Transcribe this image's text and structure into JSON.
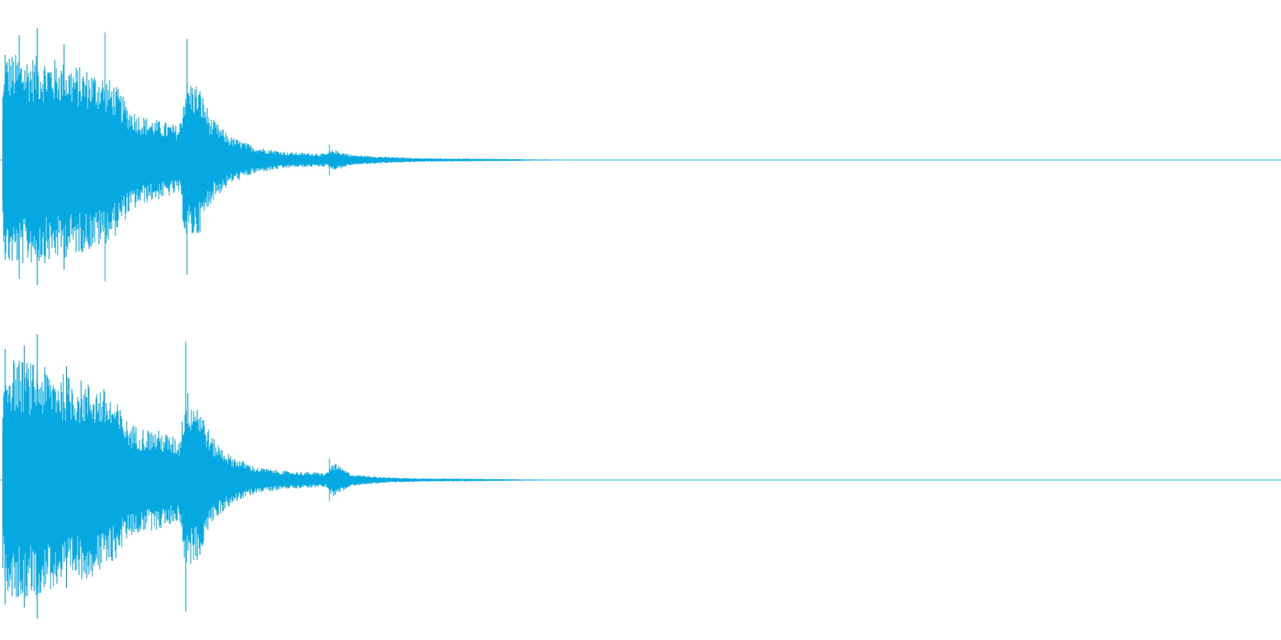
{
  "waveform": {
    "color": "#05a8e0",
    "background": "#ffffff",
    "channels": [
      {
        "name": "channel-1",
        "envelope": [
          {
            "t": 0.0,
            "a": 0.0
          },
          {
            "t": 0.002,
            "a": 0.55
          },
          {
            "t": 0.005,
            "a": 0.82
          },
          {
            "t": 0.02,
            "a": 0.8
          },
          {
            "t": 0.04,
            "a": 0.78
          },
          {
            "t": 0.06,
            "a": 0.72
          },
          {
            "t": 0.08,
            "a": 0.66
          },
          {
            "t": 0.09,
            "a": 0.58
          },
          {
            "t": 0.1,
            "a": 0.42
          },
          {
            "t": 0.11,
            "a": 0.34
          },
          {
            "t": 0.125,
            "a": 0.3
          },
          {
            "t": 0.14,
            "a": 0.26
          },
          {
            "t": 0.145,
            "a": 0.62
          },
          {
            "t": 0.155,
            "a": 0.58
          },
          {
            "t": 0.165,
            "a": 0.32
          },
          {
            "t": 0.18,
            "a": 0.18
          },
          {
            "t": 0.2,
            "a": 0.1
          },
          {
            "t": 0.225,
            "a": 0.06
          },
          {
            "t": 0.255,
            "a": 0.05
          },
          {
            "t": 0.26,
            "a": 0.08
          },
          {
            "t": 0.275,
            "a": 0.04
          },
          {
            "t": 0.3,
            "a": 0.025
          },
          {
            "t": 0.33,
            "a": 0.015
          },
          {
            "t": 0.37,
            "a": 0.01
          },
          {
            "t": 0.42,
            "a": 0.004
          },
          {
            "t": 0.48,
            "a": 0.001
          },
          {
            "t": 1.0,
            "a": 0.0
          }
        ],
        "spikes": [
          {
            "t": 0.004,
            "a": 0.8
          },
          {
            "t": 0.015,
            "a": 0.95
          },
          {
            "t": 0.029,
            "a": 1.0
          },
          {
            "t": 0.05,
            "a": 0.88
          },
          {
            "t": 0.082,
            "a": 0.97
          },
          {
            "t": 0.146,
            "a": 0.92
          },
          {
            "t": 0.257,
            "a": 0.12
          }
        ]
      },
      {
        "name": "channel-2",
        "envelope": [
          {
            "t": 0.0,
            "a": 0.0
          },
          {
            "t": 0.002,
            "a": 0.6
          },
          {
            "t": 0.005,
            "a": 0.85
          },
          {
            "t": 0.02,
            "a": 0.82
          },
          {
            "t": 0.04,
            "a": 0.76
          },
          {
            "t": 0.06,
            "a": 0.7
          },
          {
            "t": 0.08,
            "a": 0.64
          },
          {
            "t": 0.09,
            "a": 0.55
          },
          {
            "t": 0.1,
            "a": 0.4
          },
          {
            "t": 0.11,
            "a": 0.36
          },
          {
            "t": 0.125,
            "a": 0.34
          },
          {
            "t": 0.14,
            "a": 0.28
          },
          {
            "t": 0.145,
            "a": 0.62
          },
          {
            "t": 0.155,
            "a": 0.55
          },
          {
            "t": 0.165,
            "a": 0.3
          },
          {
            "t": 0.18,
            "a": 0.17
          },
          {
            "t": 0.2,
            "a": 0.09
          },
          {
            "t": 0.225,
            "a": 0.06
          },
          {
            "t": 0.255,
            "a": 0.05
          },
          {
            "t": 0.26,
            "a": 0.12
          },
          {
            "t": 0.275,
            "a": 0.04
          },
          {
            "t": 0.3,
            "a": 0.02
          },
          {
            "t": 0.33,
            "a": 0.012
          },
          {
            "t": 0.37,
            "a": 0.008
          },
          {
            "t": 0.42,
            "a": 0.003
          },
          {
            "t": 0.48,
            "a": 0.001
          },
          {
            "t": 1.0,
            "a": 0.0
          }
        ],
        "spikes": [
          {
            "t": 0.004,
            "a": 0.9
          },
          {
            "t": 0.019,
            "a": 0.92
          },
          {
            "t": 0.029,
            "a": 1.0
          },
          {
            "t": 0.052,
            "a": 0.78
          },
          {
            "t": 0.145,
            "a": 0.95
          },
          {
            "t": 0.257,
            "a": 0.15
          }
        ]
      }
    ]
  }
}
